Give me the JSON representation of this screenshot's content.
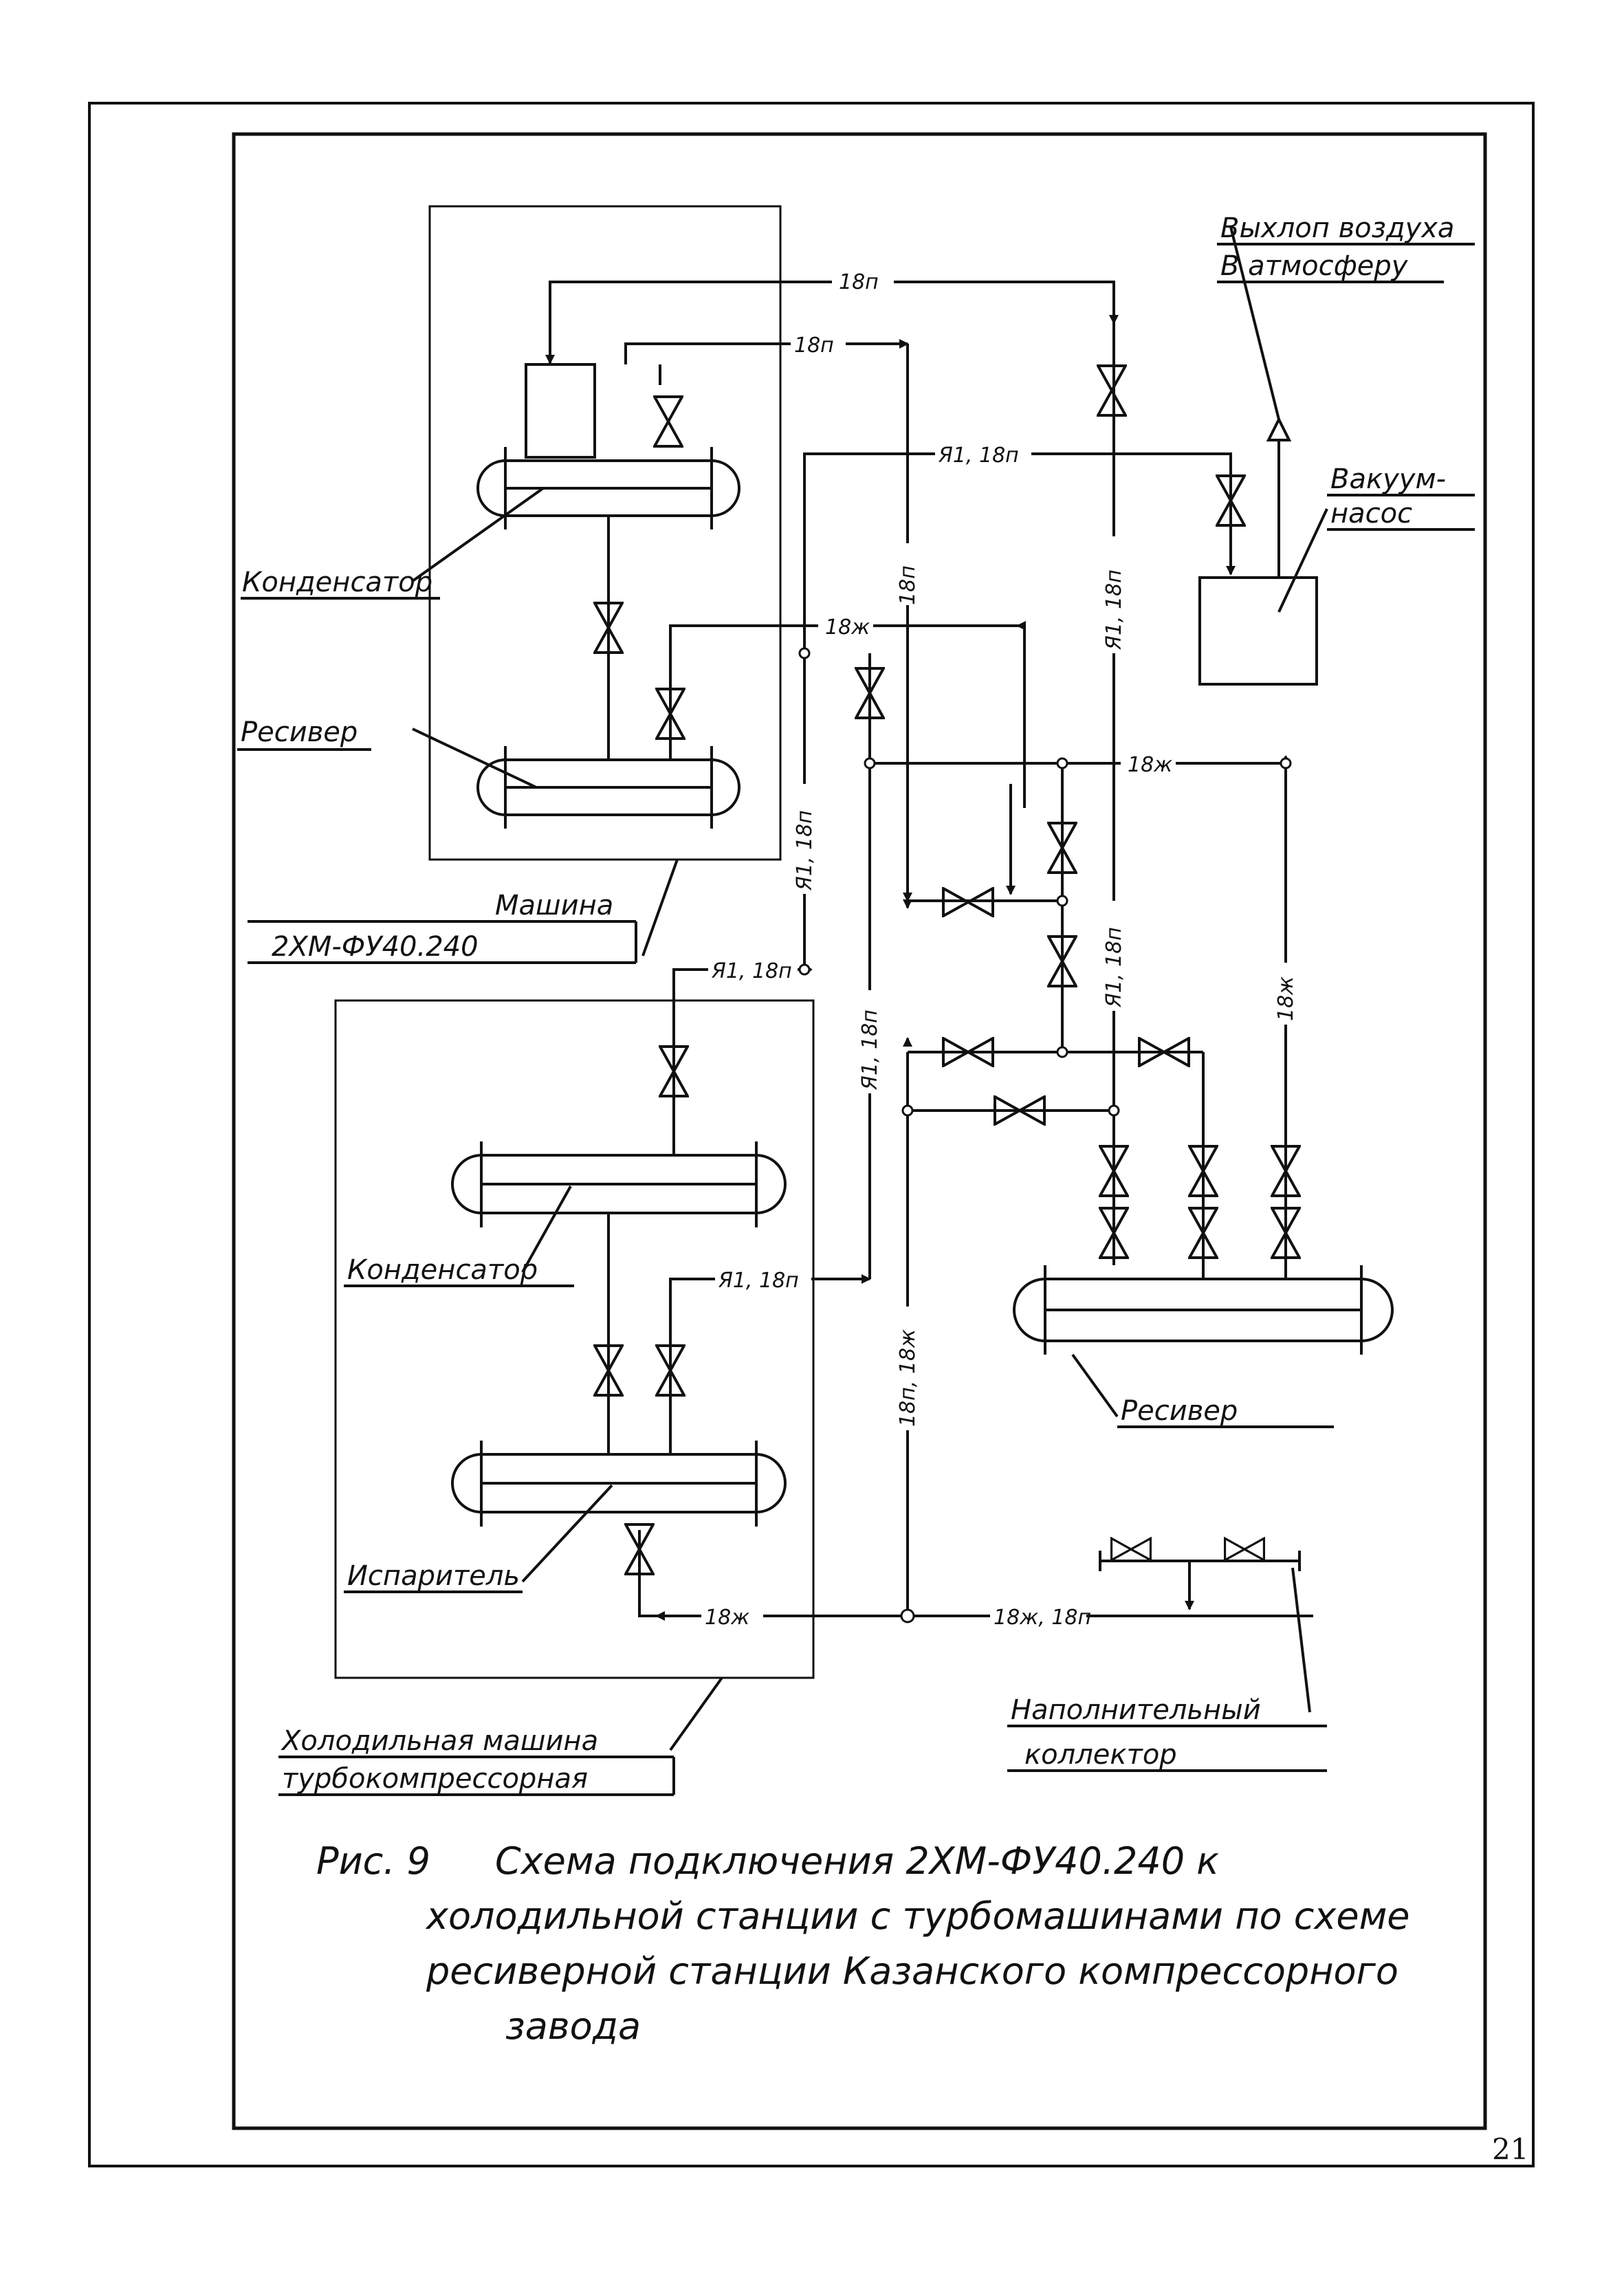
{
  "labels": {
    "top_condenser": "Конденсатор",
    "top_receiver": "Ресивер",
    "machine_top_l1": "Машина",
    "machine_top_l2": "2ХМ-ФУ40.240",
    "exhaust_l1": "Выхлоп воздуха",
    "exhaust_l2": "В атмосферу",
    "vacuum_l1": "Вакуум-",
    "vacuum_l2": "насос",
    "bottom_condenser": "Конденсатор",
    "evaporator": "Испаритель",
    "big_receiver": "Ресивер",
    "turbo_l1": "Холодильная машина",
    "turbo_l2": "турбокомпрессорная",
    "collector_l1": "Наполнительный",
    "collector_l2": "коллектор"
  },
  "pipes": {
    "p_top_loop": "18п",
    "p_cond_gas": "18п",
    "p_vac_line": "Я1, 18п",
    "p_riser_18p": "18п",
    "p_riser_right": "Я1, 18п",
    "p_liquid_top": "18ж",
    "p_left_riser": "Я1, 18п",
    "p_main_18zh": "18ж",
    "p_mid_right": "Я1, 18п",
    "p_far_right": "18ж",
    "p_turbo_out": "Я1, 18п",
    "p_vert_mid": "Я1, 18п",
    "p_evap_out": "Я1, 18п",
    "p_long_vert": "18п, 18ж",
    "p_bottom_left": "18ж",
    "p_bottom_right": "18ж, 18п"
  },
  "caption": {
    "fig_no": "Рис. 9",
    "line1": "Схема подключения 2ХМ-ФУ40.240 к",
    "line2": "холодильной станции с турбомашинами по схеме",
    "line3": "ресиверной станции Казанского компрессорного",
    "line4": "завода"
  },
  "page_number": "21"
}
